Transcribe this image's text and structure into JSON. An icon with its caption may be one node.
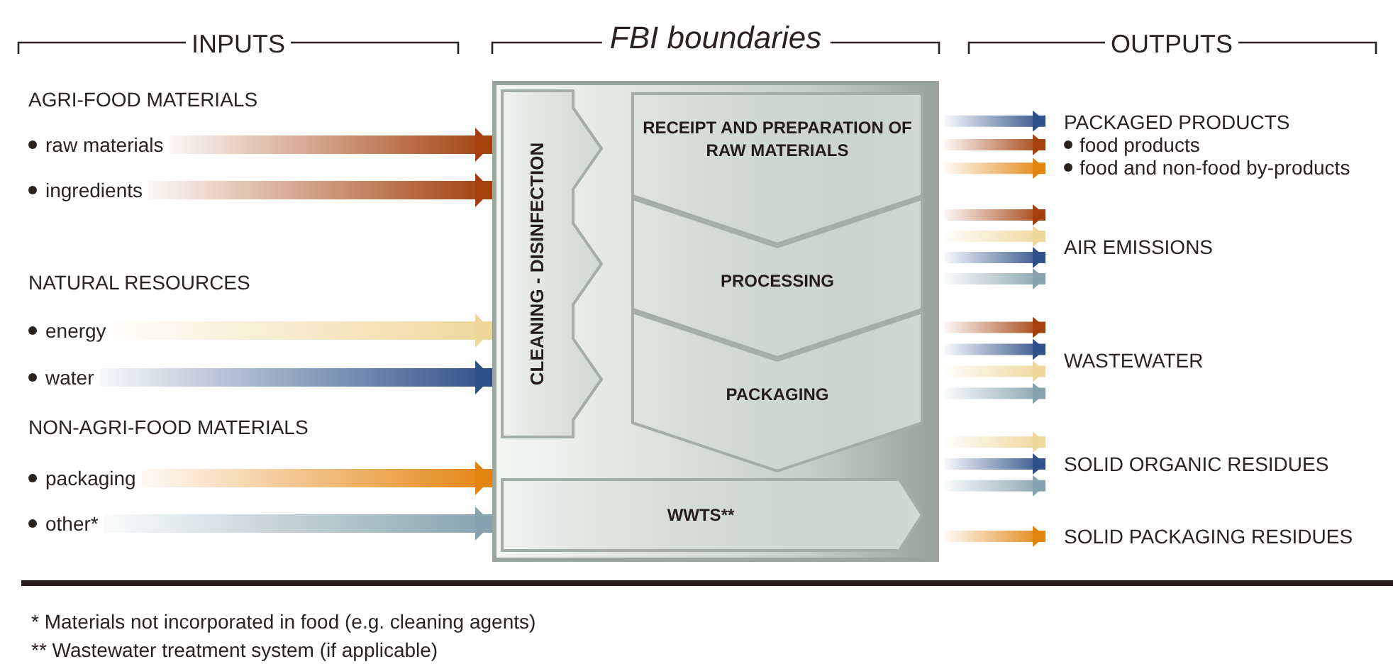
{
  "diagram": {
    "nodes": [
      {
        "text": [
          "FBI boundaries"
        ]
      },
      {
        "text": [
          "CLEANING - DISINFECTION"
        ],
        "in": 0
      },
      {
        "text": [
          "RECEIPT AND PREPARATION OF RAW MATERIALS"
        ],
        "in": 0
      },
      {
        "text": [
          "PROCESSING"
        ],
        "in": 0
      },
      {
        "text": [
          "PACKAGING"
        ],
        "in": 0
      },
      {
        "text": [
          "WWTS**"
        ],
        "in": 0
      },
      {
        "text": [
          "raw materials"
        ]
      },
      {
        "text": [
          "ingredients"
        ]
      },
      {
        "text": [
          "energy"
        ]
      },
      {
        "text": [
          "water"
        ]
      },
      {
        "text": [
          "packaging"
        ]
      },
      {
        "text": [
          "other*"
        ]
      },
      {
        "text": [
          "PACKAGED PRODUCTS",
          "food products",
          "food and non-food by-products"
        ]
      },
      {
        "text": [
          "AIR EMISSIONS"
        ]
      },
      {
        "text": [
          "WASTEWATER"
        ]
      },
      {
        "text": [
          "SOLID ORGANIC RESIDUES"
        ]
      },
      {
        "text": [
          "SOLID PACKAGING RESIDUES"
        ]
      }
    ],
    "edges": [
      {
        "from": 6,
        "to": 0,
        "arrow": "to",
        "color": "#a3400c"
      },
      {
        "from": 7,
        "to": 0,
        "arrow": "to",
        "color": "#a3400c"
      },
      {
        "from": 8,
        "to": 0,
        "arrow": "to",
        "color": "#efd79a"
      },
      {
        "from": 9,
        "to": 0,
        "arrow": "to",
        "color": "#2f5189"
      },
      {
        "from": 10,
        "to": 0,
        "arrow": "to",
        "color": "#e3840f"
      },
      {
        "from": 11,
        "to": 0,
        "arrow": "to",
        "color": "#86a2ae"
      },
      {
        "from": 0,
        "to": 12,
        "arrow": "to",
        "color": "#2f5189"
      },
      {
        "from": 0,
        "to": 12,
        "arrow": "to",
        "color": "#a3400c"
      },
      {
        "from": 0,
        "to": 12,
        "arrow": "to",
        "color": "#e3840f"
      },
      {
        "from": 0,
        "to": 13,
        "arrow": "to",
        "color": "#a3400c"
      },
      {
        "from": 0,
        "to": 13,
        "arrow": "to",
        "color": "#efd79a"
      },
      {
        "from": 0,
        "to": 13,
        "arrow": "to",
        "color": "#2f5189"
      },
      {
        "from": 0,
        "to": 13,
        "arrow": "to",
        "color": "#86a2ae"
      },
      {
        "from": 0,
        "to": 14,
        "arrow": "to",
        "color": "#a3400c"
      },
      {
        "from": 0,
        "to": 14,
        "arrow": "to",
        "color": "#2f5189"
      },
      {
        "from": 0,
        "to": 14,
        "arrow": "to",
        "color": "#efd79a"
      },
      {
        "from": 0,
        "to": 14,
        "arrow": "to",
        "color": "#86a2ae"
      },
      {
        "from": 0,
        "to": 15,
        "arrow": "to",
        "color": "#efd79a"
      },
      {
        "from": 0,
        "to": 15,
        "arrow": "to",
        "color": "#2f5189"
      },
      {
        "from": 0,
        "to": 15,
        "arrow": "to",
        "color": "#86a2ae"
      },
      {
        "from": 0,
        "to": 16,
        "arrow": "to",
        "color": "#e3840f"
      }
    ],
    "labels": [
      "INPUTS",
      "OUTPUTS",
      "AGRI-FOOD MATERIALS",
      "NATURAL RESOURCES",
      "NON-AGRI-FOOD MATERIALS",
      "* Materials not incorporated in food (e.g. cleaning agents)",
      "** Wastewater treatment system (if applicable)"
    ]
  }
}
